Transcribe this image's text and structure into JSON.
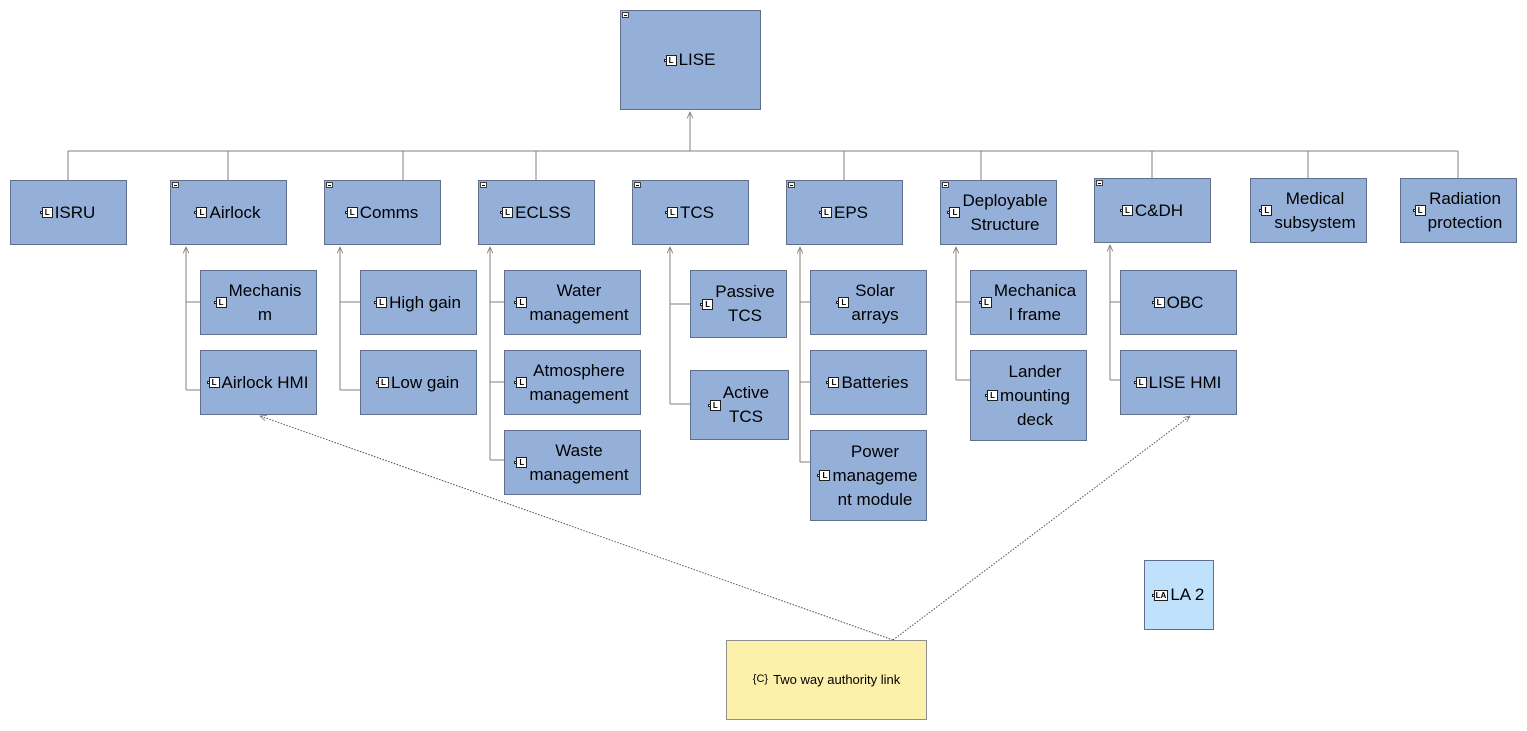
{
  "colors": {
    "component_fill": "#94afd8",
    "actor_fill": "#bfe1fc",
    "note_fill": "#fcf0ab",
    "border": "#5f6f8c",
    "line": "#808080"
  },
  "component_icon": "L",
  "actor_icon": "LA",
  "note_icon": "{C}",
  "root": {
    "label": "LISE"
  },
  "subsystems": {
    "isru": {
      "label": "ISRU"
    },
    "airlock": {
      "label": "Airlock",
      "children": [
        {
          "label": "Mechanis\nm"
        },
        {
          "label": "Airlock HMI"
        }
      ]
    },
    "comms": {
      "label": "Comms",
      "children": [
        {
          "label": "High gain"
        },
        {
          "label": "Low gain"
        }
      ]
    },
    "eclss": {
      "label": "ECLSS",
      "children": [
        {
          "label": "Water\nmanagement"
        },
        {
          "label": "Atmosphere\nmanagement"
        },
        {
          "label": "Waste\nmanagement"
        }
      ]
    },
    "tcs": {
      "label": "TCS",
      "children": [
        {
          "label": "Passive\nTCS"
        },
        {
          "label": "Active\nTCS"
        }
      ]
    },
    "eps": {
      "label": "EPS",
      "children": [
        {
          "label": "Solar\narrays"
        },
        {
          "label": "Batteries"
        },
        {
          "label": "Power\nmanageme\nnt module"
        }
      ]
    },
    "structure": {
      "label": "Deployable\nStructure",
      "children": [
        {
          "label": "Mechanica\nl frame"
        },
        {
          "label": "Lander\nmounting\ndeck"
        }
      ]
    },
    "cdh": {
      "label": "C&DH",
      "children": [
        {
          "label": "OBC"
        },
        {
          "label": "LISE HMI"
        }
      ]
    },
    "medical": {
      "label": "Medical\nsubsystem"
    },
    "radiation": {
      "label": "Radiation\nprotection"
    }
  },
  "actor": {
    "label": "LA 2"
  },
  "note": {
    "label": "Two way authority link"
  }
}
